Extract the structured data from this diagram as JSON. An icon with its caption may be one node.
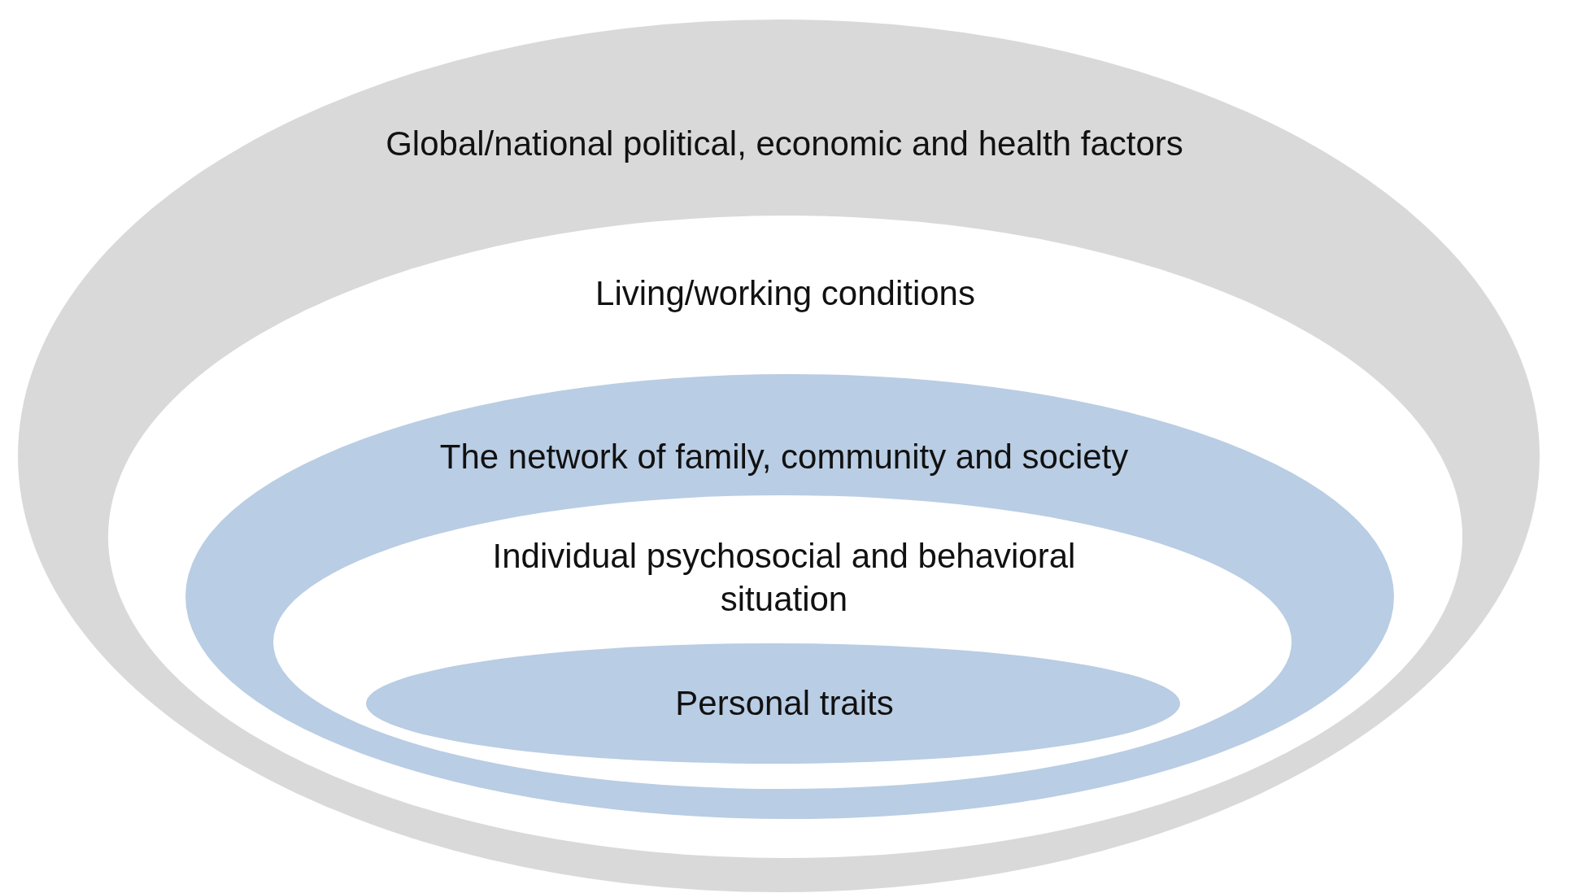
{
  "diagram": {
    "nodes": [
      {
        "text": [
          "Global/national political, economic and health factors"
        ]
      },
      {
        "text": [
          "Living/working conditions"
        ],
        "in": 0
      },
      {
        "text": [
          "The network of family, community and society"
        ],
        "in": 1
      },
      {
        "text": [
          "Individual psychosocial and behavioral situation"
        ],
        "in": 2
      },
      {
        "text": [
          "Personal traits"
        ],
        "in": 3
      }
    ]
  }
}
